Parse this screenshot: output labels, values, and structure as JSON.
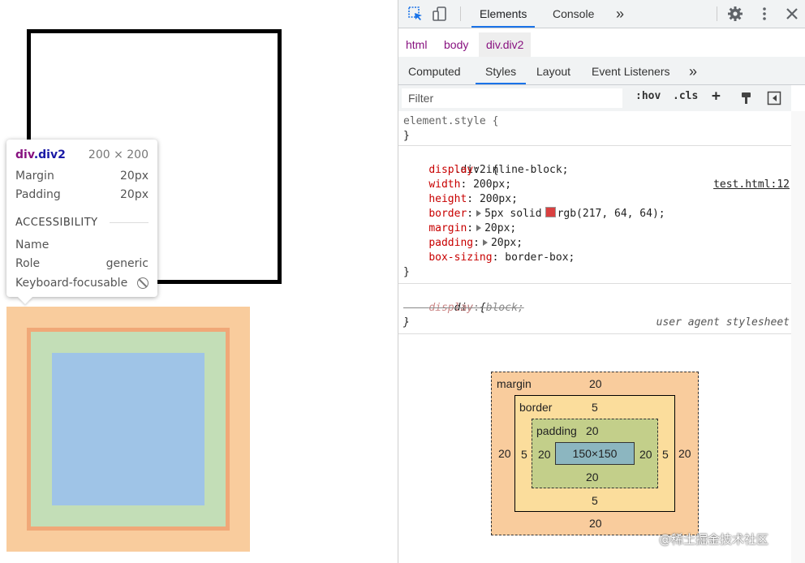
{
  "tooltip": {
    "tag": "div",
    "cls": ".div2",
    "size": "200 × 200",
    "margin_label": "Margin",
    "margin_value": "20px",
    "padding_label": "Padding",
    "padding_value": "20px",
    "section": "ACCESSIBILITY",
    "name_label": "Name",
    "role_label": "Role",
    "role_value": "generic",
    "focus_label": "Keyboard-focusable"
  },
  "devtools": {
    "tabs": [
      "Elements",
      "Console"
    ],
    "more": "»",
    "breadcrumbs": [
      "html",
      "body",
      "div.div2"
    ],
    "subtabs": [
      "Computed",
      "Styles",
      "Layout",
      "Event Listeners"
    ],
    "filter_placeholder": "Filter",
    "hov": ":hov",
    "cls": ".cls",
    "plus": "+"
  },
  "styles": {
    "element_style_selector": "element.style {",
    "close": "}",
    "rule_selector": ".div2 {",
    "rule_source": "test.html:12",
    "decls": {
      "display_prop": "display",
      "display_val": "inline-block;",
      "width_prop": "width",
      "width_val": "200px;",
      "height_prop": "height",
      "height_val": "200px;",
      "border_prop": "border",
      "border_val_a": "5px solid",
      "border_val_b": "rgb(217, 64, 64);",
      "margin_prop": "margin",
      "margin_val": "20px;",
      "padding_prop": "padding",
      "padding_val": "20px;",
      "boxsizing_prop": "box-sizing",
      "boxsizing_val": "border-box;"
    },
    "ua_selector": "div {",
    "ua_source": "user agent stylesheet",
    "ua_prop": "display",
    "ua_val": "block;"
  },
  "boxmodel": {
    "margin_label": "margin",
    "margin_top": "20",
    "margin_left": "20",
    "margin_right": "20",
    "margin_bottom": "20",
    "border_label": "border",
    "border_top": "5",
    "border_left": "5",
    "border_right": "5",
    "border_bottom": "5",
    "padding_label": "padding",
    "padding_top": "20",
    "padding_left": "20",
    "padding_right": "20",
    "padding_bottom": "20",
    "content": "150×150"
  },
  "watermark": "@稀土掘金技术社区",
  "colors": {
    "swatch": "#d94040",
    "accent": "#1a73e8",
    "margin": "#f9cc9d",
    "border": "#fbdd9c",
    "padding": "#c3cf8a",
    "content": "#8cb6c0"
  }
}
